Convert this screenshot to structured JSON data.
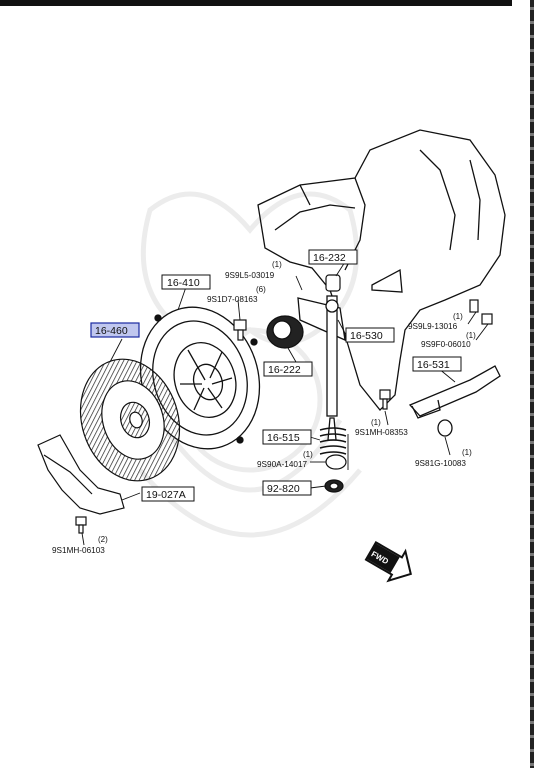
{
  "part_boxes": [
    {
      "id": "box-16-410",
      "text": "16-410"
    },
    {
      "id": "box-16-460",
      "text": "16-460",
      "highlighted": true
    },
    {
      "id": "box-16-232",
      "text": "16-232"
    },
    {
      "id": "box-16-530",
      "text": "16-530"
    },
    {
      "id": "box-16-222",
      "text": "16-222"
    },
    {
      "id": "box-16-531",
      "text": "16-531"
    },
    {
      "id": "box-16-515",
      "text": "16-515"
    },
    {
      "id": "box-92-820",
      "text": "92-820"
    },
    {
      "id": "box-19-027A",
      "text": "19-027A"
    }
  ],
  "codes": {
    "9S9L5_03019": {
      "qty": "(1)",
      "code": "9S9L5-03019"
    },
    "9S1D7_08163": {
      "qty": "(6)",
      "code": "9S1D7-08163"
    },
    "9S9L9_13016": {
      "qty": "(1)",
      "code": "9S9L9-13016"
    },
    "9S9F0_06010": {
      "qty": "(1)",
      "code": "9S9F0-06010"
    },
    "9S1MH_08353": {
      "qty": "(1)",
      "code": "9S1MH-08353"
    },
    "9S90A_14017": {
      "qty": "(1)",
      "code": "9S90A-14017"
    },
    "9S81G_10083": {
      "qty": "(1)",
      "code": "9S81G-10083"
    },
    "9S1MH_06103": {
      "qty": "(2)",
      "code": "9S1MH-06103"
    }
  },
  "fwd_label": "FWD",
  "colors": {
    "highlight": "#4b5fd0",
    "ink": "#111111",
    "watermark": "#eeeeee"
  }
}
